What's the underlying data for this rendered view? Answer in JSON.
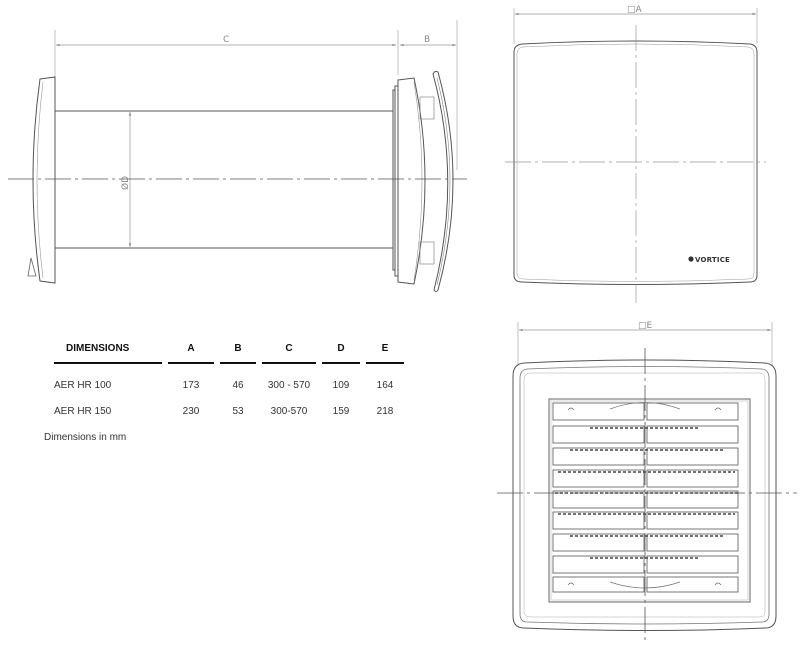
{
  "drawing": {
    "side_view": {
      "dim_c_label": "C",
      "dim_b_label": "B",
      "dim_d_label": "ØD"
    },
    "front_view_a": {
      "dim_label": "□A",
      "brand_logo": "VORTICE"
    },
    "front_view_e": {
      "dim_label": "□E"
    },
    "colors": {
      "line": "#555555",
      "dimension": "#9a9a9a",
      "text": "#222222"
    }
  },
  "table": {
    "headers": [
      "DIMENSIONS",
      "A",
      "B",
      "C",
      "D",
      "E"
    ],
    "rows": [
      {
        "model": "AER HR 100",
        "a": "173",
        "b": "46",
        "c": "300 - 570",
        "d": "109",
        "e": "164"
      },
      {
        "model": "AER HR 150",
        "a": "230",
        "b": "53",
        "c": "300-570",
        "d": "159",
        "e": "218"
      }
    ]
  },
  "note": "Dimensions in mm"
}
